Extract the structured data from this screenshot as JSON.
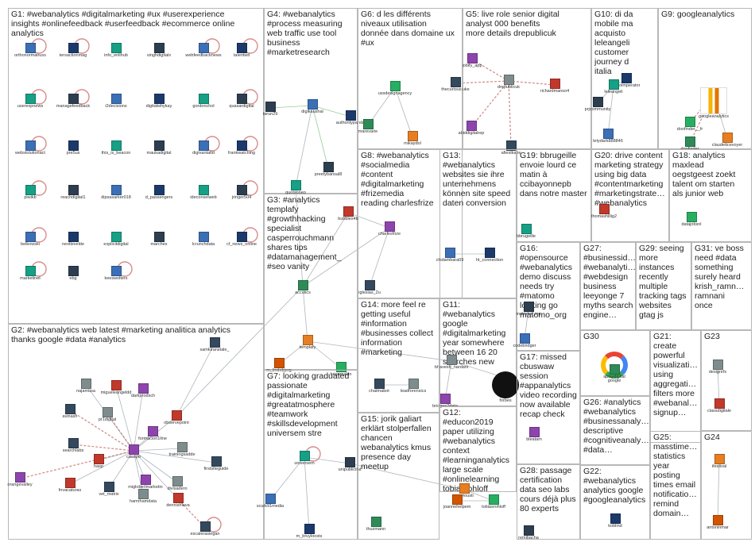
{
  "groups": [
    {
      "id": "G1",
      "title": "G1: #webanalytics #digitalmarketing #ux #userexperience\ninsights #onlinefeedback #userfeedback #ecommerce online\nanalytics",
      "nodes": [
        "orthonormalruss",
        "tersactionmag",
        "info_enlihub",
        "singhdigitalx",
        "webfeedbacknews",
        "talentwit",
        "userexpnews",
        "managefeedback",
        "i2decisions",
        "digitalwhykay",
        "gordonchol",
        "quasardigital",
        "webstolutionact",
        "pre5us",
        "this_is_beacon",
        "maukadigital",
        "digivantaltd",
        "frankwatching",
        "piwikb",
        "reachdigital1",
        "dipsasarker018",
        "d_passengers",
        "ideconselweb",
        "jringer504",
        "belkowski",
        "nextlevelde",
        "explicitdigital",
        "marchex",
        "lcrunchdata",
        "cf_news_online",
        "marketinet",
        "ebg",
        "keeswolters"
      ]
    },
    {
      "id": "G2",
      "title": "G2: #webanalytics web latest #marketing analitica analytics\nthanks google #data #analytics",
      "nodes": [
        "samkiranstale_",
        "najamusa",
        "migueleangeldd",
        "darkprodsch",
        "avinash",
        "pr1digital",
        "observepoint",
        "formacion1line",
        "searchlabs",
        "trainingsadde",
        "hasp",
        "caaspo",
        "firstsiteguide",
        "divisadero",
        "fnvacaturas",
        "migloberlmarketin",
        "vet_matrix",
        "hamrhamdata",
        "dennishleva",
        "orangevalley",
        "escalerasiegan"
      ]
    },
    {
      "id": "G3",
      "title": "G3: #analytics\ntemplafy\n#growthhacking\nspecialist\ncasperrouchmann\nshares tips\n#datamanagement_\n#seo vanity",
      "nodes": [
        "accutics",
        "templafy",
        "m_lindebjerg",
        "brianmakin"
      ]
    },
    {
      "id": "G4",
      "title": "G4: #webanalytics\n#process measuring\nweb traffic use tool\nbusiness\n#marketresearch",
      "nodes": [
        "tarun29",
        "digikaushal",
        "authoritypanda",
        "quotsoneo",
        "preetybansal8"
      ]
    },
    {
      "id": "G5",
      "title": "G5: live role senior digital\nanalyst 000 benefits\nmore details drepublicuk",
      "nodes": [
        "jobify_app",
        "thecuriousluke",
        "drepublicuk",
        "richardmanso4",
        "abiddigitalrep",
        "afiestkatie"
      ]
    },
    {
      "id": "G6",
      "title": "G6: d les différents\nniveaux utilisation\ndonnée dans domaine ux\n#ux",
      "nodes": [
        "ussdesignagency",
        "marevarie",
        "mikaydol"
      ]
    },
    {
      "id": "G7",
      "title": "G7: looking graduated\npassionate\n#digitalmarketing\n#greatatmosphere\n#teamwork\n#skillsdevelopment\nuniversem stre",
      "nodes": [
        "universem",
        "unipublicitat",
        "scurk91media",
        "m_bruyloosts"
      ]
    },
    {
      "id": "G8",
      "title": "G8: #webanalytics\n#socialmedia\n#content\n#digitalmarketing\n#frizemedia\nreading charlesfrize",
      "nodes": [
        "bubbles4b",
        "charlesfrize",
        "iglesias_2u"
      ]
    },
    {
      "id": "G9",
      "title": "G9: googleanalytics",
      "nodes": [
        "googleanalytics",
        "doofinder__fr",
        "doofinder",
        "claudettcevoyer"
      ]
    },
    {
      "id": "G10",
      "title": "G10: di da mobile ma\nacquisto leleangeli\ncustomer journey d\nitalia",
      "nodes": [
        "indioimperator",
        "leleangeli",
        "prjcommunity",
        "letydark888846"
      ]
    },
    {
      "id": "G11",
      "title": "G11:\n#webanalytics\ngoogle\n#digitalmarketing\nyear somewhere\nbetween 16 20\nsearches new",
      "nodes": [
        "bhavesh_nardani",
        "forbes",
        "bridges2data"
      ]
    },
    {
      "id": "G12",
      "title": "G12:\n#educon2019\npaper utilizing\n#webanalytics\ncontext\n#learninganalytics\nlarge scale\n#onlinelearning\ntobiasrohloff",
      "nodes": [
        "previousti",
        "joannehelpem",
        "tobiasrohloff"
      ]
    },
    {
      "id": "G13",
      "title": "G13:\n#webanalytics\nwebsites sie ihre\nunternehmens\nkönnen site speed\ndaten conversion",
      "nodes": [
        "chidambara09",
        "ht_connection"
      ]
    },
    {
      "id": "G14",
      "title": "G14: more feel re\ngetting useful\n#information\n#businesses collect\ninformation\n#marketing",
      "nodes": [
        "chatmabot",
        "leadforensics"
      ]
    },
    {
      "id": "G15",
      "title": "G15: jorik galiart\nerklärt stolperfallen\nchancen\nwebanalytics kmus\npresence day\nmeetup",
      "nodes": [
        "thuzmann"
      ]
    },
    {
      "id": "G16",
      "title": "G16:\n#opensource\n#webanalytics\ndemo discuss\nneeds try\n#matomo\nlooking go\nmatomo_org",
      "nodes": [
        "matomo_org",
        "codebridger"
      ]
    },
    {
      "id": "G17",
      "title": "G17: missed\ncbuswaw\nsession\n#appanalytics\nvideo recording\nnow available\nrecap check",
      "nodes": [
        "bleatam"
      ]
    },
    {
      "id": "G18",
      "title": "G18: analytics\nmaxlead\noegstgeest zoekt\ntalent om starten\nals junior web",
      "nodes": [
        "datajobsnl"
      ]
    },
    {
      "id": "G19",
      "title": "G19: bbrugeille\nenvoie lourd ce\nmatin à\nccibayonnepb\ndans notre master",
      "nodes": [
        "bbrugeille"
      ]
    },
    {
      "id": "G20",
      "title": "G20: drive content\nmarketing strategy\nusing big data\n#contentmarketing\n#marketingstrate…\n#webanalytics",
      "nodes": [
        "thomashillig2"
      ]
    },
    {
      "id": "G21",
      "title": "G21:\ncreate\npowerful\nvisualizati…\nusing\naggregati…\nfilters more\n#webanal…\nsignup…",
      "nodes": []
    },
    {
      "id": "G22",
      "title": "G22:\n#webanalytics\nanalytics google\n#googleanalytics",
      "nodes": [
        "koblind"
      ]
    },
    {
      "id": "G23",
      "title": "G23",
      "nodes": [
        "designrfx",
        "classdigitale"
      ]
    },
    {
      "id": "G24",
      "title": "G24",
      "nodes": [
        "ifestival",
        "antoninmar"
      ]
    },
    {
      "id": "G25",
      "title": "G25:\nmasstime…\nstatistics\nyear\nposting\ntimes email\nnotificatio…\nremind\ndomain…",
      "nodes": []
    },
    {
      "id": "G26",
      "title": "G26: #analytics\n#webanalytics\n#businessanaly…\ndescriptive\n#cognitiveanaly…\n#data…",
      "nodes": []
    },
    {
      "id": "G27",
      "title": "G27:\n#businessid…\n#webanalyti…\n#webdesign\nbusiness\nleeyonge 7\nmyths search\nengine…",
      "nodes": []
    },
    {
      "id": "G28",
      "title": "G28: passage\ncertification\ndata seo labs\ncours déjà plus\n80 experts",
      "nodes": [
        "remibacha"
      ]
    },
    {
      "id": "G29",
      "title": "G29: seeing\nmore\ninstances\nrecently\nmultiple\ntracking tags\nwebsites\ngtag js",
      "nodes": []
    },
    {
      "id": "G30",
      "title": "G30",
      "nodes": [
        "google",
        "aplaydigital"
      ]
    },
    {
      "id": "G31",
      "title": "G31: ve boss\nneed #data\nsomething\nsurely heard\nkrish_ramn…\nramnani\nonce",
      "nodes": []
    }
  ],
  "colors": {
    "border": "#b8b8b8",
    "edge_grey": "#9aa5ad",
    "edge_red": "#c96a6a",
    "edge_green": "#7fbf7f",
    "selfloop": "#d98c8c"
  }
}
